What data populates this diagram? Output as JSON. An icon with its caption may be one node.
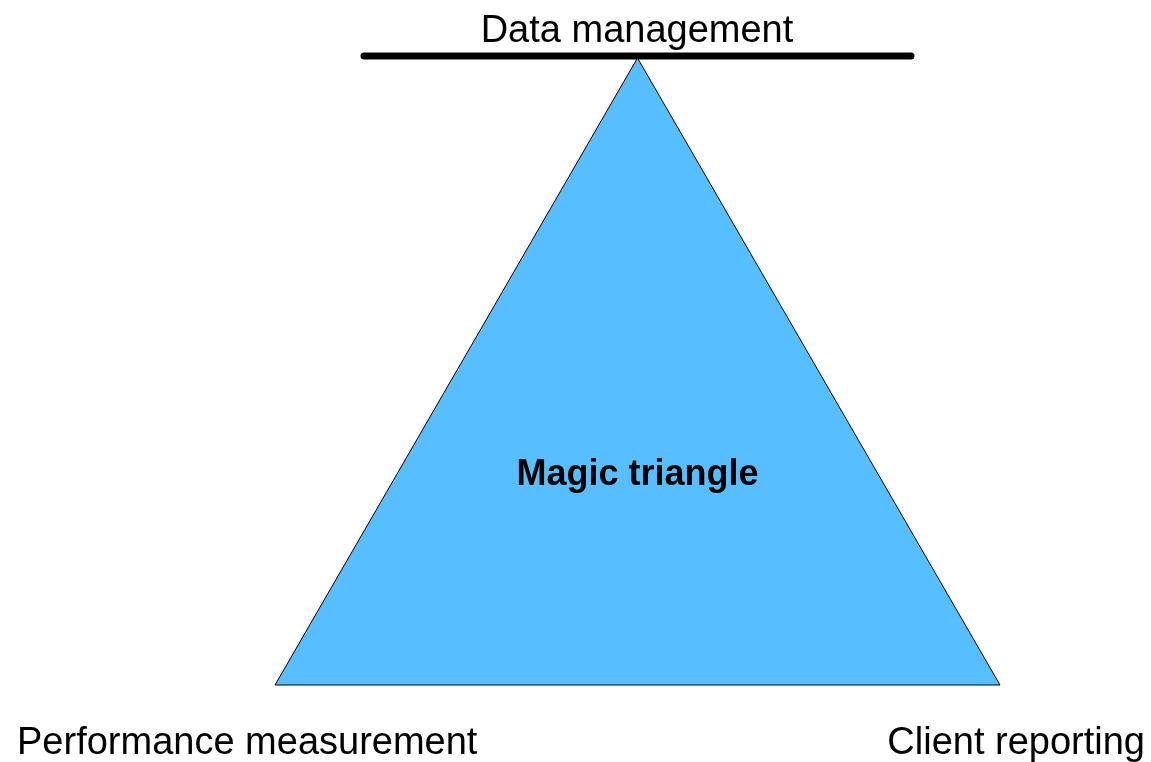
{
  "diagram": {
    "nodes": [
      {
        "text": [
          "Magic triangle"
        ]
      }
    ],
    "labels": [
      "Data management",
      "Performance measurement",
      "Client reporting"
    ]
  }
}
